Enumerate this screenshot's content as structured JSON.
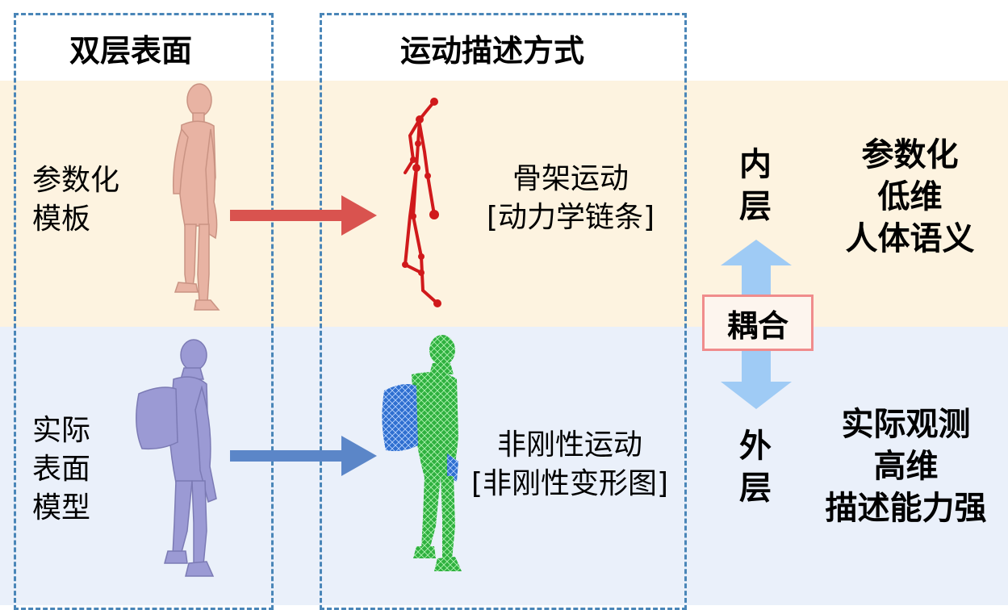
{
  "headers": {
    "surface": "双层表面",
    "motion": "运动描述方式"
  },
  "left_labels": {
    "template": "参数化\n模板",
    "real_surface": "实际\n表面\n模型"
  },
  "motion_labels": {
    "skeleton": "骨架运动\n[动力学链条]",
    "nonrigid": "非刚性运动\n[非刚性变形图]"
  },
  "layers": {
    "inner": "内\n层",
    "outer": "外\n层",
    "coupling": "耦合"
  },
  "descriptions": {
    "inner": "参数化\n低维\n人体语义",
    "outer": "实际观测\n高维\n描述能力强"
  },
  "colors": {
    "top_band": "#fdf3e0",
    "bottom_band": "#eaf0fa",
    "dash": "#4a86b8",
    "red_arrow": "#d9534f",
    "blue_arrow": "#5b86c8",
    "light_blue_arrow": "#9fcbf5",
    "coupling_border": "#f08c8c",
    "skeleton": "#d0191b",
    "mesh_green": "#22c43a",
    "mesh_blue": "#2f6fd0",
    "body_pink": "#e8b3a3",
    "body_purple": "#9b9ad4"
  }
}
